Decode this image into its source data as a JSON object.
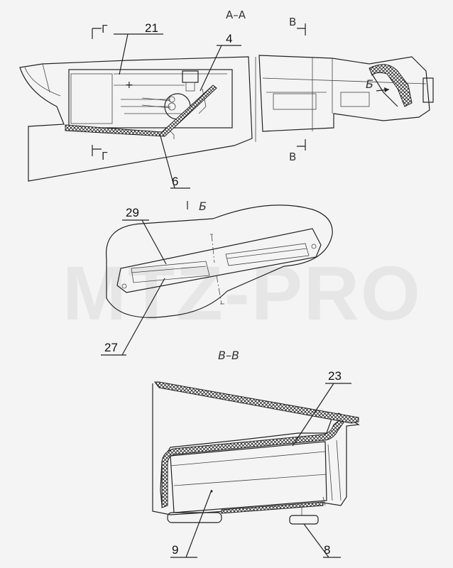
{
  "watermark": "MTZ-PRO",
  "sections": {
    "a_a": "А–А",
    "b_b": "В–В",
    "view_b": "Б",
    "cut_g": "Г",
    "cut_v": "В",
    "arrow_b": "Б"
  },
  "callouts": {
    "c21": "21",
    "c4": "4",
    "c6": "6",
    "c29": "29",
    "c27": "27",
    "c23": "23",
    "c9": "9",
    "c8": "8"
  }
}
